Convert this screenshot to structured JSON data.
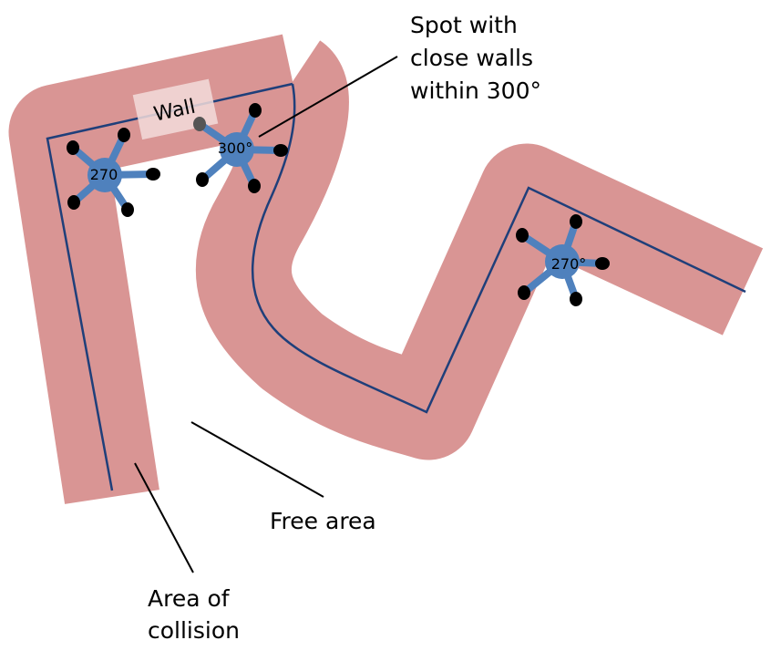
{
  "colors": {
    "collision_band": "#d99594",
    "wall_line": "#1f3f7a",
    "sensor_body": "#4f81bd",
    "sensor_tip": "#000000",
    "wall_highlight": "#f2dcdb",
    "leader_line": "#000000"
  },
  "labels": {
    "spot_line1": "Spot with",
    "spot_line2": "close walls",
    "spot_line3": "within 300°",
    "wall": "Wall",
    "free_area": "Free area",
    "collision_line1": "Area of",
    "collision_line2": "collision"
  },
  "sensors": [
    {
      "name": "sensor-left",
      "label": "270"
    },
    {
      "name": "sensor-middle",
      "label": "300°"
    },
    {
      "name": "sensor-right",
      "label": "270°"
    }
  ]
}
